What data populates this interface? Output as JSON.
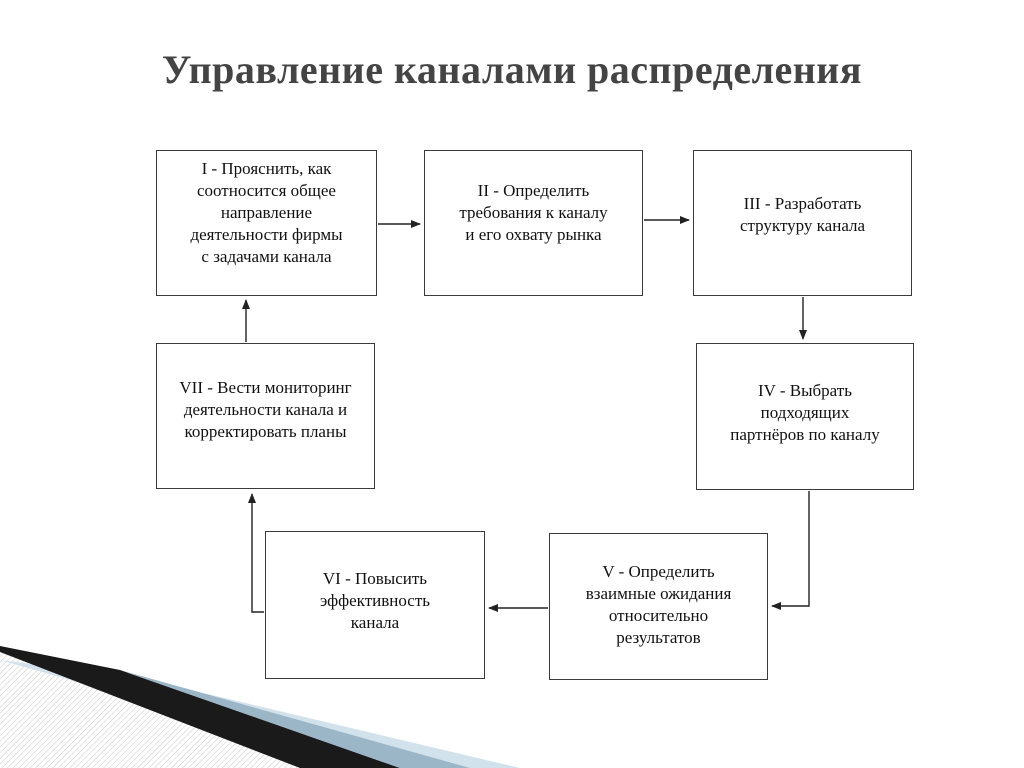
{
  "title": "Управление каналами распределения",
  "steps": [
    {
      "id": "I",
      "label": "I - Прояснить, как\nсоотносится общее\nнаправление\nдеятельности фирмы\nс задачами канала"
    },
    {
      "id": "II",
      "label": "II - Определить\nтребования к каналу\nи его охвату рынка"
    },
    {
      "id": "III",
      "label": "III - Разработать\nструктуру канала"
    },
    {
      "id": "IV",
      "label": "IV - Выбрать\nподходящих\nпартнёров по каналу"
    },
    {
      "id": "V",
      "label": "V - Определить\nвзаимные ожидания\nотносительно\nрезультатов"
    },
    {
      "id": "VI",
      "label": "VI - Повысить\nэффективность\nканала"
    },
    {
      "id": "VII",
      "label": "VII - Вести мониторинг\nдеятельности канала и\nкорректировать планы"
    }
  ],
  "colors": {
    "title": "#444444",
    "box_border": "#3a3a3a",
    "arrow": "#222222",
    "decor_dark": "#1a1a1a",
    "decor_light": "#bcd0dc"
  }
}
